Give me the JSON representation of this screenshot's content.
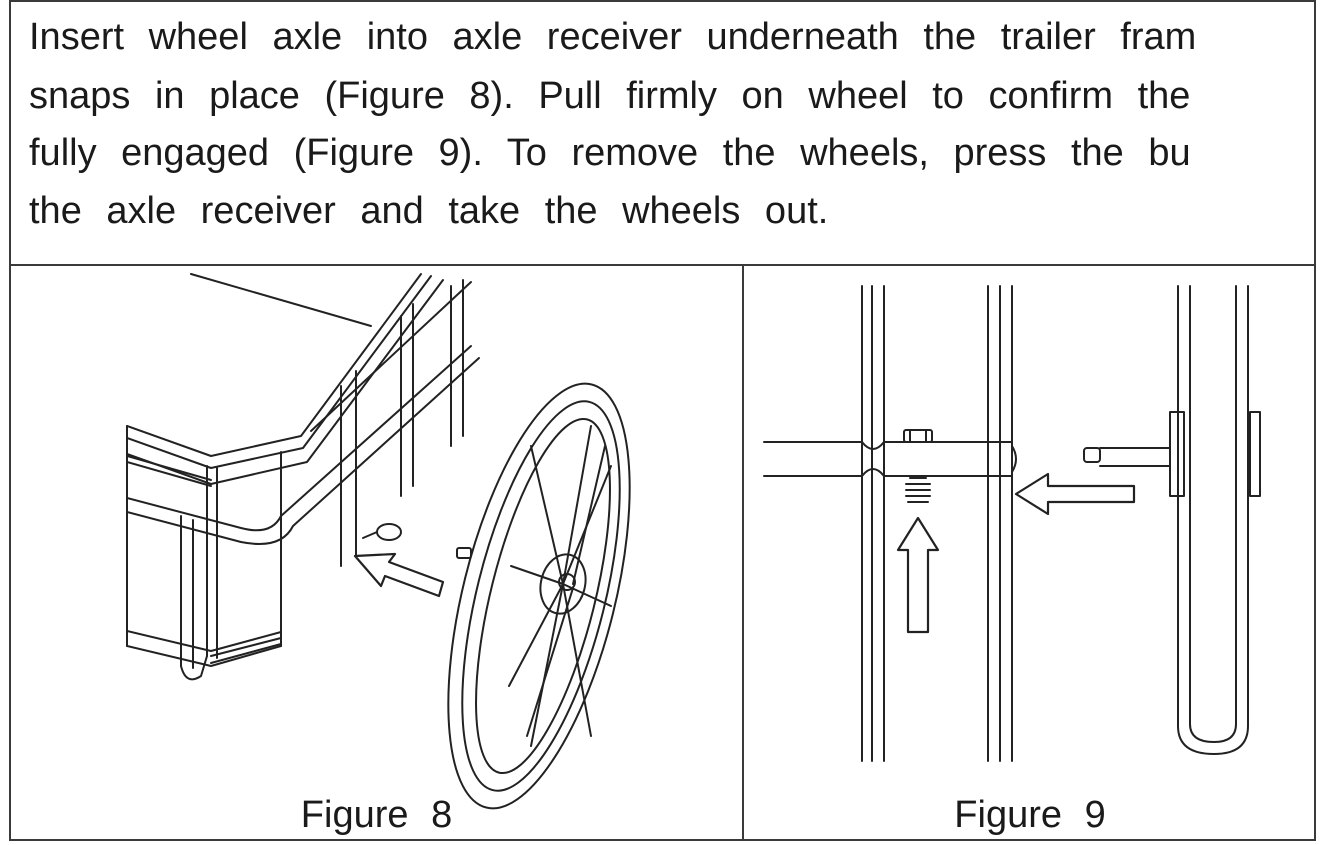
{
  "instructions": {
    "lines": [
      "Insert wheel axle into axle receiver underneath the trailer fram",
      "snaps in place (Figure 8). Pull firmly on wheel to confirm the",
      "fully engaged (Figure 9). To remove the wheels, press the bu",
      "the axle receiver and take the wheels out."
    ]
  },
  "figures": [
    {
      "caption": "Figure 8",
      "illustration": "trailer-wheel-insertion"
    },
    {
      "caption": "Figure 9",
      "illustration": "axle-engagement-detail"
    }
  ]
}
